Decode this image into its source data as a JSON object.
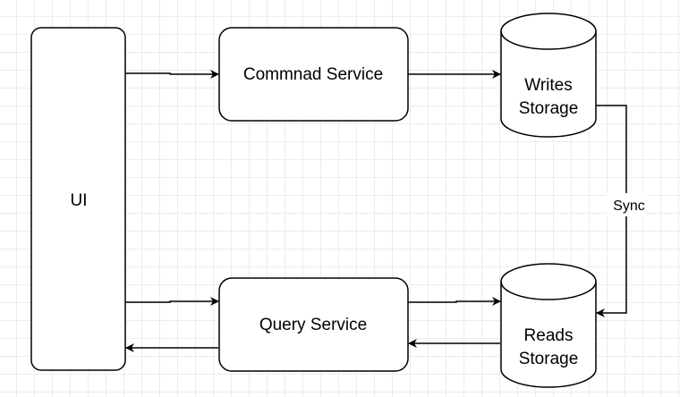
{
  "diagram": {
    "nodes": {
      "ui": {
        "label": "UI"
      },
      "command_service": {
        "label": "Commnad Service"
      },
      "query_service": {
        "label": "Query Service"
      },
      "writes_storage": {
        "line1": "Writes",
        "line2": "Storage"
      },
      "reads_storage": {
        "line1": "Reads",
        "line2": "Storage"
      }
    },
    "edges": {
      "sync": {
        "label": "Sync"
      }
    }
  }
}
